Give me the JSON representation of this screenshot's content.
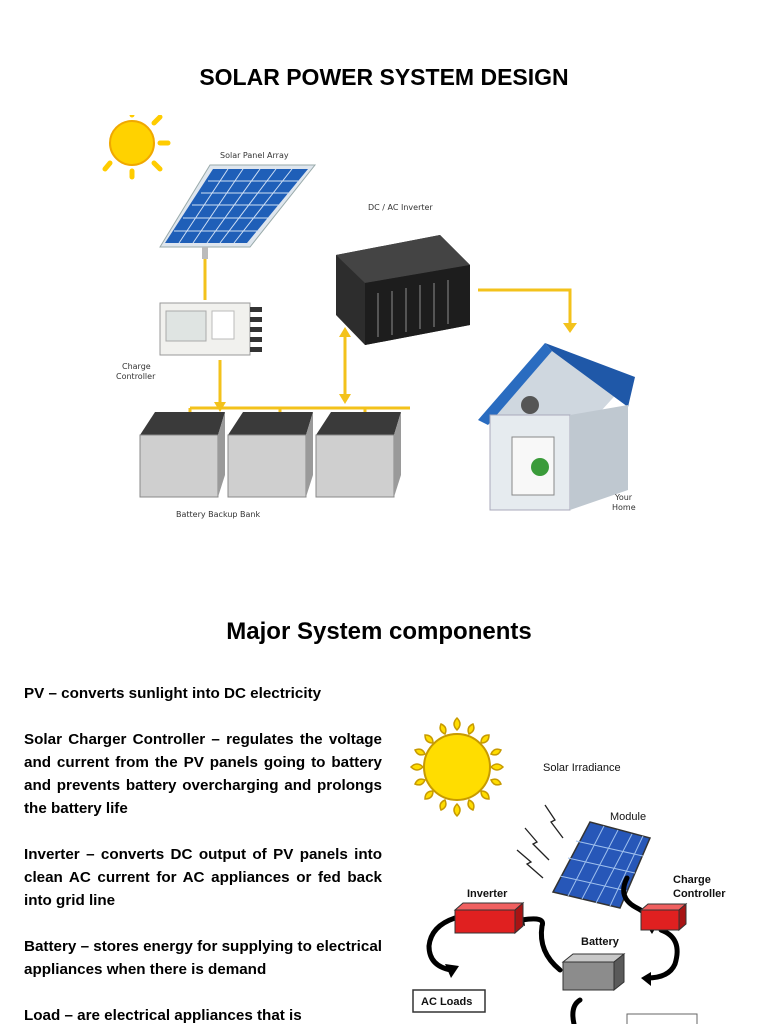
{
  "page": {
    "title": "SOLAR POWER SYSTEM DESIGN",
    "section_title": "Major System components"
  },
  "figure1": {
    "labels": {
      "solar_panel_array": "Solar Panel Array",
      "inverter": "DC / AC Inverter",
      "charge_controller_line1": "Charge",
      "charge_controller_line2": "Controller",
      "battery_bank": "Battery Backup Bank",
      "home_line1": "Your",
      "home_line2": "Home"
    },
    "colors": {
      "wire": "#f3c21b",
      "roof": "#2a6cc0",
      "panel": "#1f5fb8",
      "sun": "#ffd200"
    }
  },
  "components": [
    {
      "text": "PV – converts sunlight into DC electricity"
    },
    {
      "text": "Solar  Charger Controller – regulates  the voltage and current from the PV panels going to battery and prevents battery overcharging and prolongs the battery life"
    },
    {
      "text": "Inverter – converts DC output of PV panels into clean AC current for AC appliances or fed back into grid line"
    },
    {
      "text": "Battery – stores energy for supplying to electrical appliances when there is demand"
    },
    {
      "text": "Load – are electrical appliances that is"
    }
  ],
  "figure2": {
    "labels": {
      "solar_irradiance": "Solar Irradiance",
      "module": "Module",
      "inverter": "Inverter",
      "charge_controller_line1": "Charge",
      "charge_controller_line2": "Controller",
      "battery": "Battery",
      "ac_loads": "AC Loads"
    },
    "colors": {
      "sun": "#ffdd00",
      "box_red": "#e02020",
      "battery": "#8c8c8c"
    }
  }
}
